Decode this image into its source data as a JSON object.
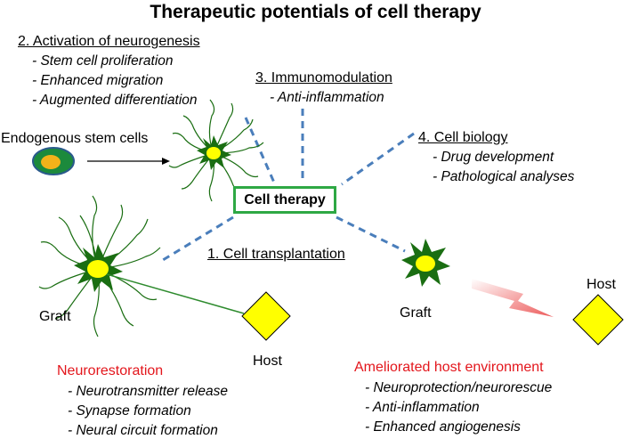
{
  "title": "Therapeutic potentials of cell therapy",
  "center": "Cell therapy",
  "sections": {
    "neurogenesis": {
      "heading": "2. Activation of neurogenesis",
      "items": [
        "- Stem cell proliferation",
        "- Enhanced migration",
        "- Augmented differentiation"
      ]
    },
    "immunomodulation": {
      "heading": "3. Immunomodulation",
      "items": [
        "- Anti-inflammation"
      ]
    },
    "cell_biology": {
      "heading": "4. Cell biology",
      "items": [
        "- Drug development",
        "- Pathological analyses"
      ]
    },
    "transplantation": {
      "heading": "1. Cell transplantation"
    }
  },
  "labels": {
    "endogenous": "Endogenous stem cells",
    "graft_left": "Graft",
    "host_left": "Host",
    "graft_right": "Graft",
    "host_right": "Host"
  },
  "outcomes": {
    "neurorestoration": {
      "heading": "Neurorestoration",
      "items": [
        "- Neurotransmitter release",
        "- Synapse formation",
        "- Neural circuit formation"
      ]
    },
    "environment": {
      "heading": "Ameliorated host environment",
      "items": [
        "- Neuroprotection/neurorescue",
        "- Anti-inflammation",
        "- Enhanced angiogenesis"
      ]
    }
  },
  "colors": {
    "center_border": "#2ea844",
    "dashed_lines": "#4a7ebb",
    "cell_body": "#1a6e12",
    "nucleus": "#ffff00",
    "host": "#ffff00",
    "outcome_heading": "#e3161c"
  }
}
